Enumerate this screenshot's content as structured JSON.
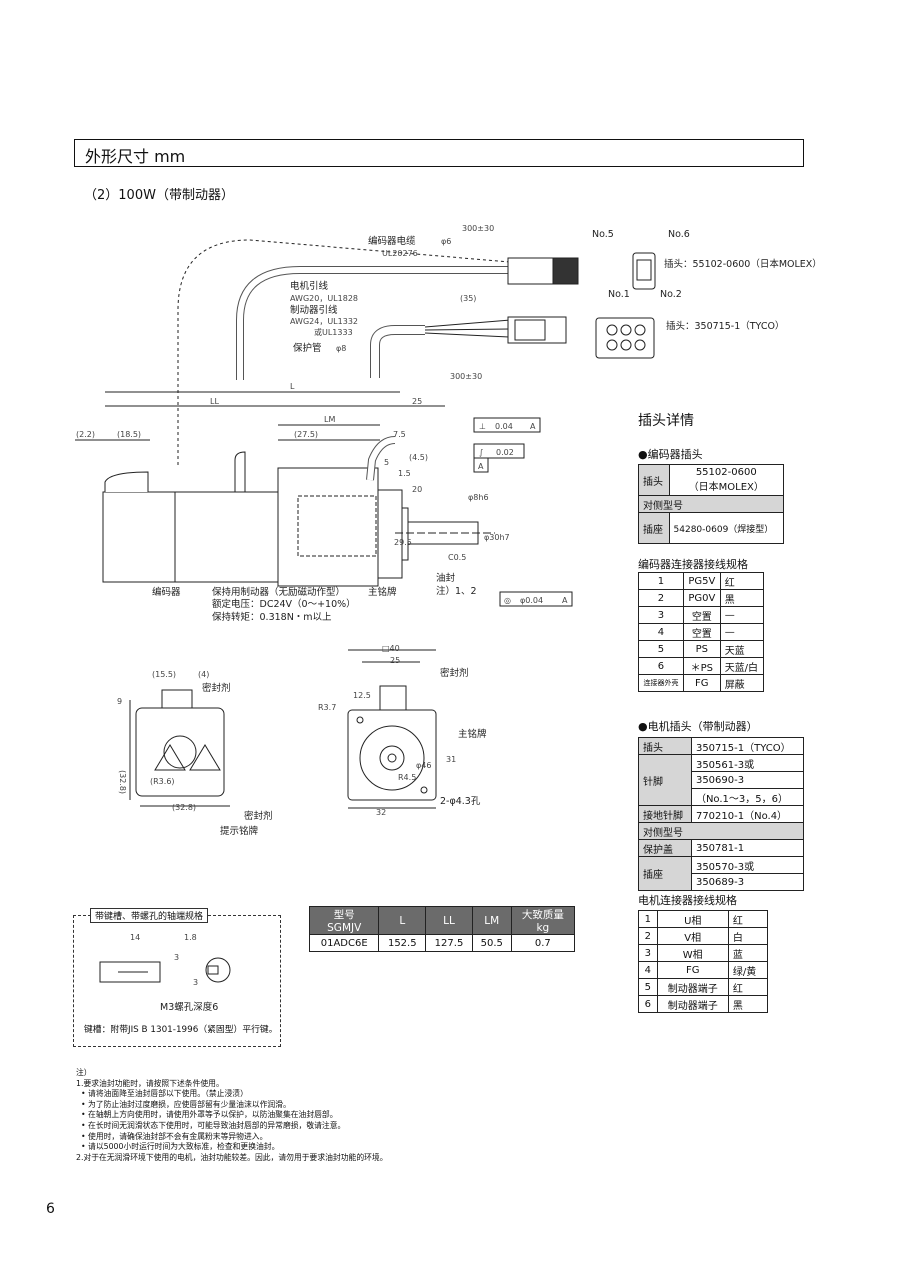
{
  "section": {
    "title": "外形尺寸 mm"
  },
  "subtitle": "（2）100W（带制动器）",
  "drawing": {
    "encoder_cable": "编码器电缆",
    "encoder_cable_dia": "φ6",
    "encoder_cable_spec": "UL20276",
    "cable_len_top": "300±30",
    "cable_len_bottom": "300±30",
    "motor_lead": "电机引线",
    "motor_lead_spec": "AWG20，UL1828",
    "brake_lead": "制动器引线",
    "brake_lead_spec1": "AWG24，UL1332",
    "brake_lead_or": "或UL1333",
    "protect_tube": "保护管",
    "protect_tube_dia": "φ8",
    "dim_35": "(35)",
    "no5": "No.5",
    "no6": "No.6",
    "no1": "No.1",
    "no2": "No.2",
    "plug_encoder": "插头：55102-0600（日本MOLEX）",
    "plug_motor": "插头：350715-1（TYCO）",
    "dim_L": "L",
    "dim_LL": "LL",
    "dim_LM": "LM",
    "dim_25": "25",
    "dim_22": "(2.2)",
    "dim_185": "(18.5)",
    "dim_275": "(27.5)",
    "dim_75": "7.5",
    "dim_45": "(4.5)",
    "dim_5": "5",
    "dim_15": "1.5",
    "dim_20": "20",
    "dim_8h6": "φ8h6",
    "dim_30h7": "φ30h7",
    "dim_295": "29.5",
    "dim_c05": "C0.5",
    "tol1_sym": "⊥",
    "tol1_val": "0.04",
    "tol1_ref": "A",
    "tol2_sym": "∫",
    "tol2_val": "0.02",
    "tol_a": "A",
    "tol3_sym": "◎",
    "tol3_val": "φ0.04",
    "tol3_ref": "A",
    "encoder": "编码器",
    "brake": "保持用制动器（无励磁动作型）",
    "rated_voltage": "额定电压：DC24V（0～+10%）",
    "holding_torque": "保持转矩：0.318N・m以上",
    "nameplate": "主铭牌",
    "oil_seal": "油封",
    "note_ref": "注）1、2",
    "dim_155": "(15.5)",
    "dim_4": "(4)",
    "sealant": "密封剂",
    "dim_9": "9",
    "dim_328v": "(32.8)",
    "dim_36": "(R3.6)",
    "dim_328h": "(32.8)",
    "sealant2": "密封剂",
    "hint_plate": "提示铭牌",
    "dim_sq40": "□40",
    "dim_25b": "25",
    "sealant3": "密封剂",
    "dim_r37": "R3.7",
    "dim_125": "12.5",
    "nameplate2": "主铭牌",
    "dim_46": "φ46",
    "dim_r45": "R4.5",
    "dim_31": "31",
    "dim_hole": "2-φ4.3孔",
    "dim_32": "32"
  },
  "key_box": {
    "title": "带键槽、带螺孔的轴端规格",
    "dim_14": "14",
    "dim_18": "1.8",
    "dim_3a": "3",
    "dim_3b": "3",
    "screw": "M3螺孔深度6",
    "note": "键槽：附带JIS B 1301-1996（紧固型）平行键。"
  },
  "spec_table": {
    "headers": [
      "型号\nSGMJV",
      "L",
      "LL",
      "LM",
      "大致质量\nkg"
    ],
    "h0a": "型号",
    "h0b": "SGMJV",
    "h4a": "大致质量",
    "h4b": "kg",
    "row": [
      "01ADC6E",
      "152.5",
      "127.5",
      "50.5",
      "0.7"
    ]
  },
  "info": {
    "title": "插头详情",
    "enc_plug_title": "●编码器插头",
    "enc_plug": {
      "r1_label": "插头",
      "r1_val1": "55102-0600",
      "r1_val2": "（日本MOLEX）",
      "r2_label": "对侧型号",
      "r3_label": "插座",
      "r3_val": "54280-0609（焊接型）"
    },
    "enc_wiring_title": "编码器连接器接线规格",
    "enc_wiring": [
      [
        "1",
        "PG5V",
        "红"
      ],
      [
        "2",
        "PG0V",
        "黑"
      ],
      [
        "3",
        "空置",
        "—"
      ],
      [
        "4",
        "空置",
        "—"
      ],
      [
        "5",
        "PS",
        "天蓝"
      ],
      [
        "6",
        "＊PS",
        "天蓝/白"
      ],
      [
        "连接器外壳",
        "FG",
        "屏蔽"
      ]
    ],
    "motor_plug_title": "●电机插头（带制动器）",
    "motor_plug": {
      "plug_label": "插头",
      "plug_val": "350715-1（TYCO）",
      "pin_label": "针脚",
      "pin_val1": "350561-3或",
      "pin_val2": "350690-3",
      "pin_val3": "（No.1～3，5，6）",
      "gnd_label": "接地针脚",
      "gnd_val": "770210-1（No.4）",
      "opp_label": "对侧型号",
      "cover_label": "保护盖",
      "cover_val": "350781-1",
      "socket_label": "插座",
      "socket_val1": "350570-3或",
      "socket_val2": "350689-3"
    },
    "motor_wiring_title": "电机连接器接线规格",
    "motor_wiring": [
      [
        "1",
        "U相",
        "红"
      ],
      [
        "2",
        "V相",
        "白"
      ],
      [
        "3",
        "W相",
        "蓝"
      ],
      [
        "4",
        "FG",
        "绿/黄"
      ],
      [
        "5",
        "制动器端子",
        "红"
      ],
      [
        "6",
        "制动器端子",
        "黑"
      ]
    ]
  },
  "notes": [
    "注）",
    "1.要求油封功能时，请按照下述条件使用。",
    "  • 请将油面降至油封唇部以下使用。（禁止浸渍）",
    "  • 为了防止油封过度磨损，应使唇部留有少量油沫以作润滑。",
    "  • 在轴朝上方向使用时，请使用外罩等予以保护，以防油聚集在油封唇部。",
    "  • 在长时间无润滑状态下使用时，可能导致油封唇部的异常磨损，敬请注意。",
    "  • 使用时，请确保油封部不会有金属粉末等异物进入。",
    "  • 请以5000小时运行时间为大致标准，检查和更换油封。",
    "2.对于在无润滑环境下使用的电机，油封功能较差。因此，请勿用于要求油封功能的环境。"
  ],
  "page_number": "6"
}
